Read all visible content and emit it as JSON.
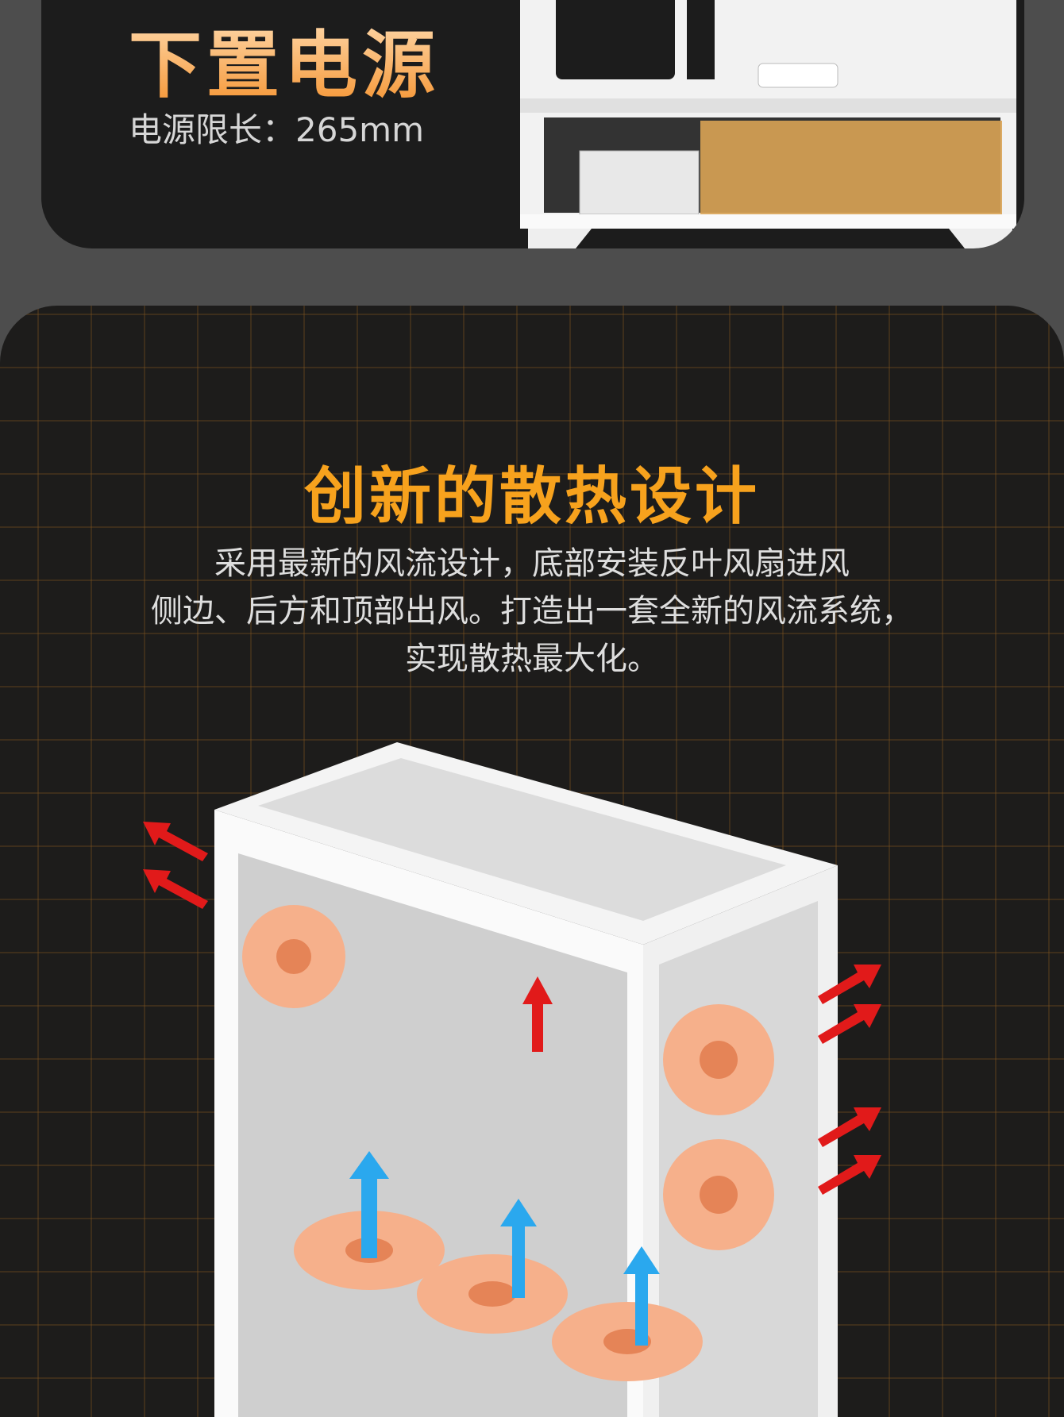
{
  "psu_section": {
    "title": "下置电源",
    "subtitle": "电源限长：265mm"
  },
  "cooling_section": {
    "title": "创新的散热设计",
    "description_lines": [
      "采用最新的风流设计，底部安装反叶风扇进风",
      "侧边、后方和顶部出风。打造出一套全新的风流系统，",
      "实现散热最大化。"
    ]
  },
  "colors": {
    "accent_orange": "#f7a21d",
    "panel_bg": "#1c1c1c",
    "page_bg": "#4d4d4d",
    "intake_arrow": "#2aa8ee",
    "exhaust_arrow": "#e11a1a"
  }
}
